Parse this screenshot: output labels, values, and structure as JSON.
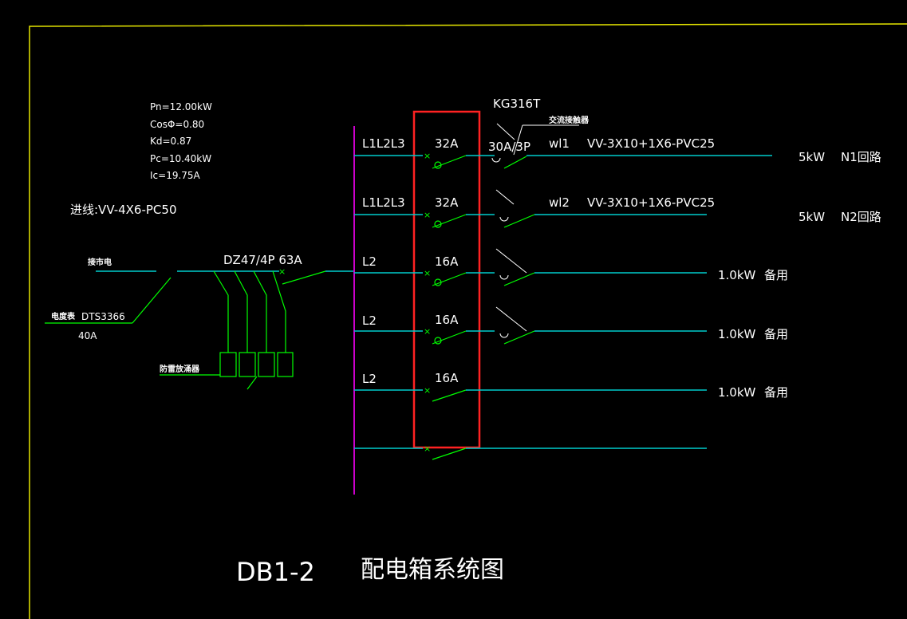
{
  "params": {
    "pn": "Pn=12.00kW",
    "cos": "CosΦ=0.80",
    "kd": "Kd=0.87",
    "pc": "Pc=10.40kW",
    "ic": "Ic=19.75A"
  },
  "incoming": {
    "cable": "进线:VV-4X6-PC50",
    "label_top": "接市电",
    "meter_label": "电度表",
    "meter_model": "DTS3366",
    "meter_rating": "40A",
    "main_breaker": "DZ47/4P 63A",
    "spd_label": "防雷放涌器"
  },
  "kg_label": "KG316T",
  "contactor_label": "交流接触器",
  "contactor_rating": "30A/3P",
  "circuits": [
    {
      "phase": "L1L2L3",
      "rating": "32A",
      "wire_id": "wl1",
      "cable": "VV-3X10+1X6-PVC25",
      "power": "5kW",
      "name": "N1回路"
    },
    {
      "phase": "L1L2L3",
      "rating": "32A",
      "wire_id": "wl2",
      "cable": "VV-3X10+1X6-PVC25",
      "power": "5kW",
      "name": "N2回路"
    },
    {
      "phase": "L2",
      "rating": "16A",
      "wire_id": "",
      "cable": "",
      "power": "1.0kW",
      "name": "备用"
    },
    {
      "phase": "L2",
      "rating": "16A",
      "wire_id": "",
      "cable": "",
      "power": "1.0kW",
      "name": "备用"
    },
    {
      "phase": "L2",
      "rating": "16A",
      "wire_id": "",
      "cable": "",
      "power": "1.0kW",
      "name": "备用"
    }
  ],
  "title": {
    "code": "DB1-2",
    "name": "配电箱系统图"
  },
  "colors": {
    "background": "#000000",
    "frame": "#ffff00",
    "busbar": "#cc00cc",
    "wire": "#00cccc",
    "switch": "#00ff00",
    "highlight": "#ff2222",
    "text": "#ffffff"
  }
}
